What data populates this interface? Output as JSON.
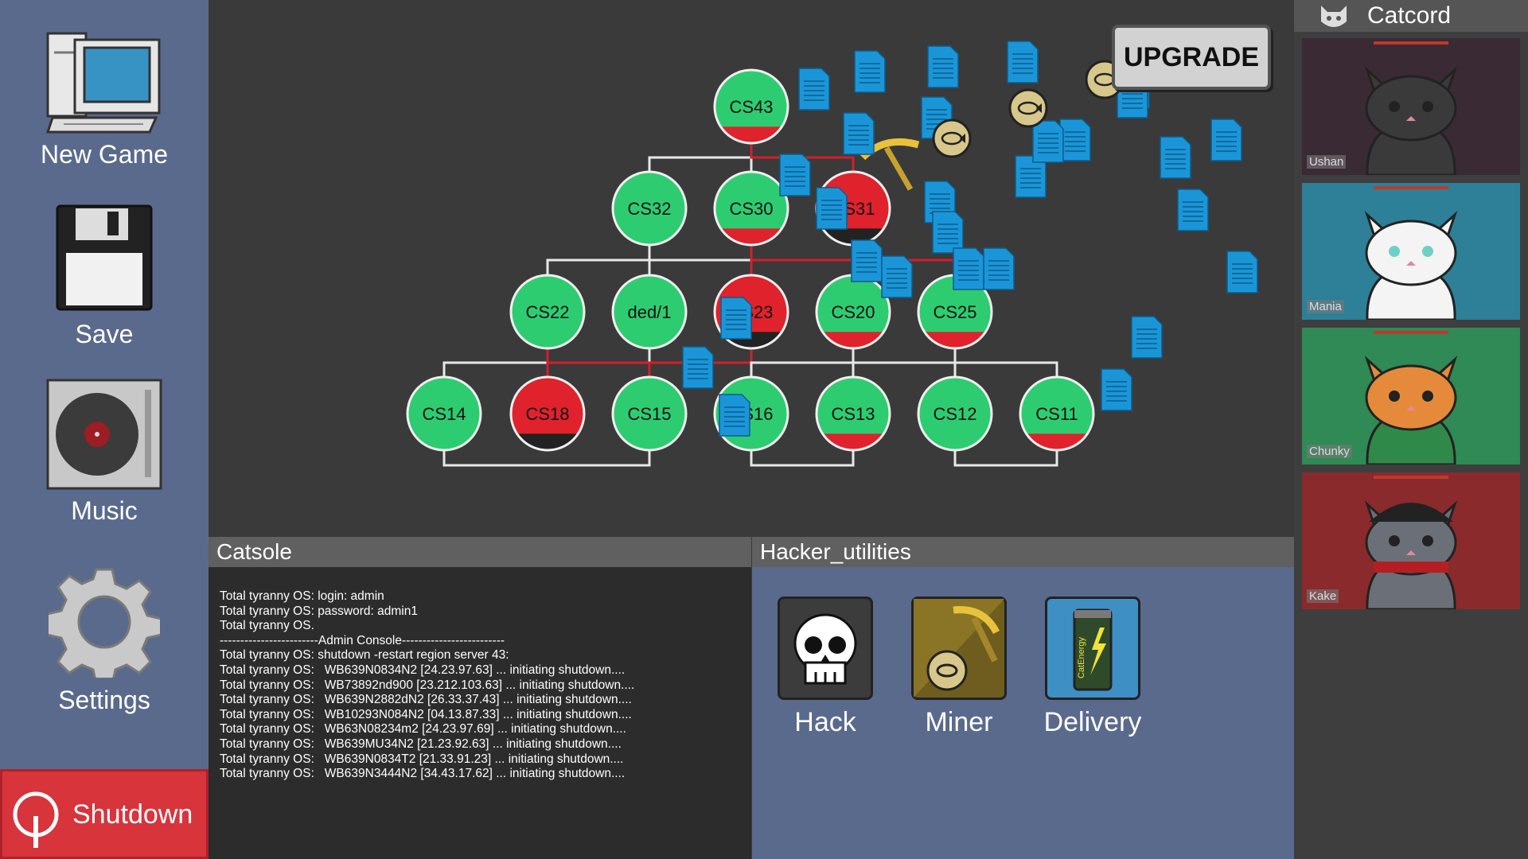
{
  "sidebar": {
    "items": [
      {
        "label": "New Game",
        "icon": "computer-icon"
      },
      {
        "label": "Save",
        "icon": "floppy-disk-icon"
      },
      {
        "label": "Music",
        "icon": "turntable-icon"
      },
      {
        "label": "Settings",
        "icon": "gear-icon"
      }
    ],
    "shutdown_label": "Shutdown"
  },
  "game": {
    "upgrade_label": "UPGRADE",
    "nodes": [
      {
        "label": "CS43",
        "state": "damaged"
      },
      {
        "label": "CS32",
        "state": "healthy"
      },
      {
        "label": "CS30",
        "state": "damaged"
      },
      {
        "label": "CS31",
        "state": "hacked"
      },
      {
        "label": "CS22",
        "state": "healthy"
      },
      {
        "label": "ded/1",
        "state": "healthy"
      },
      {
        "label": "CS23",
        "state": "hacked"
      },
      {
        "label": "CS20",
        "state": "damaged"
      },
      {
        "label": "CS25",
        "state": "damaged"
      },
      {
        "label": "CS14",
        "state": "healthy"
      },
      {
        "label": "CS18",
        "state": "hacked"
      },
      {
        "label": "CS15",
        "state": "healthy"
      },
      {
        "label": "CS16",
        "state": "healthy"
      },
      {
        "label": "CS13",
        "state": "damaged"
      },
      {
        "label": "CS12",
        "state": "healthy"
      },
      {
        "label": "CS11",
        "state": "damaged"
      }
    ],
    "file_icon": "document-icon",
    "coin_icon": "fish-coin-icon",
    "colors": {
      "healthy": "#2ecc71",
      "hacked": "#e0222c",
      "link": "#e8e8e8",
      "hack_link": "#d21f2a",
      "file": "#1a96d8"
    }
  },
  "catsole": {
    "title": "Catsole",
    "lines": [
      "Total tyranny OS: login: admin",
      "Total tyranny OS: password: admin1",
      "Total tyranny OS.",
      "------------------------Admin Console-------------------------",
      "Total tyranny OS: shutdown -restart region server 43:",
      "Total tyranny OS:   WB639N0834N2 [24.23.97.63] ... initiating shutdown....",
      "Total tyranny OS:   WB73892nd900 [23.212.103.63] ... initiating shutdown....",
      "Total tyranny OS:   WB639N2882dN2 [26.33.37.43] ... initiating shutdown....",
      "Total tyranny OS:   WB10293N084N2 [04.13.87.33] ... initiating shutdown....",
      "Total tyranny OS:   WB63N08234m2 [24.23.97.69] ... initiating shutdown....",
      "Total tyranny OS:   WB639MU34N2 [21.23.92.63] ... initiating shutdown....",
      "Total tyranny OS:   WB639N0834T2 [21.33.91.23] ... initiating shutdown....",
      "Total tyranny OS:   WB639N3444N2 [34.43.17.62] ... initiating shutdown...."
    ]
  },
  "hacker": {
    "title": "Hacker_utilities",
    "tools": [
      {
        "label": "Hack",
        "icon": "skull-icon"
      },
      {
        "label": "Miner",
        "icon": "pickaxe-coin-icon"
      },
      {
        "label": "Delivery",
        "icon": "energy-drink-icon",
        "can_text": "CatEnergy"
      }
    ]
  },
  "catcord": {
    "title": "Catcord",
    "icon": "cat-head-icon",
    "members": [
      {
        "name": "Ushan",
        "bg": "#3a2a33"
      },
      {
        "name": "Mania",
        "bg": "#2e7f98"
      },
      {
        "name": "Chunky",
        "bg": "#2f8a55"
      },
      {
        "name": "Kake",
        "bg": "#8a2a2c"
      }
    ]
  }
}
